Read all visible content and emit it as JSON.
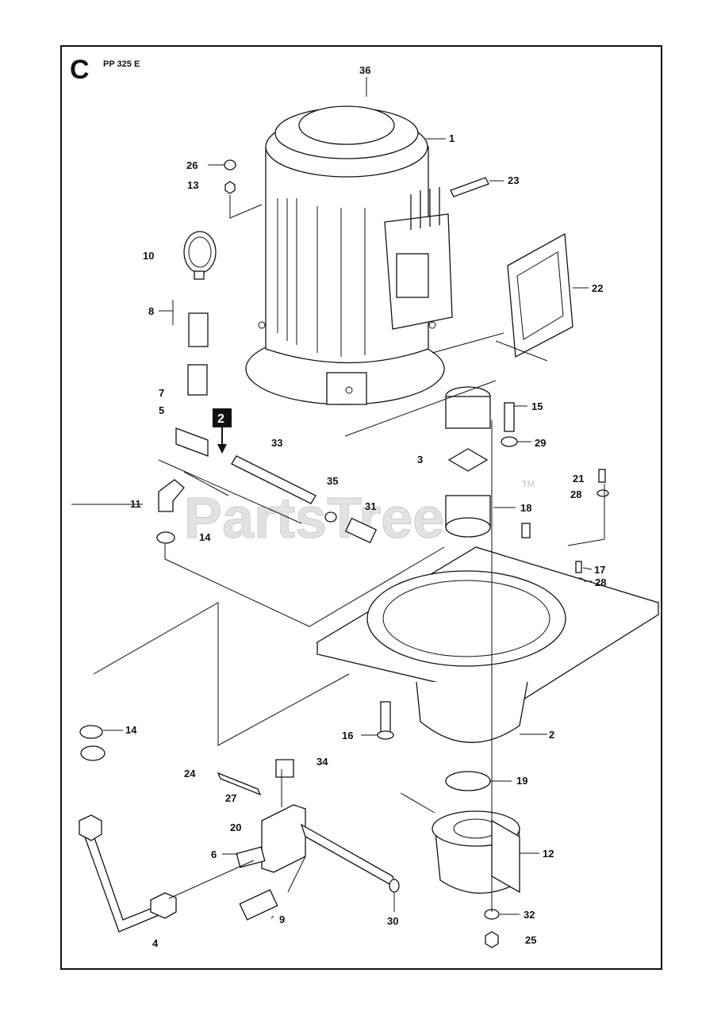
{
  "header": {
    "section_letter": "C",
    "model": "PP 325 E"
  },
  "watermark": {
    "text": "PartsTree",
    "trademark": "TM"
  },
  "reference_marker": "2",
  "callouts": {
    "p1": "1",
    "p2": "2",
    "p3": "3",
    "p4": "4",
    "p5": "5",
    "p6": "6",
    "p7": "7",
    "p8": "8",
    "p9": "9",
    "p10": "10",
    "p11": "11",
    "p12": "12",
    "p13": "13",
    "p14a": "14",
    "p14b": "14",
    "p15": "15",
    "p16": "16",
    "p17": "17",
    "p18": "18",
    "p19": "19",
    "p20": "20",
    "p21": "21",
    "p22": "22",
    "p23": "23",
    "p24": "24",
    "p25": "25",
    "p26": "26",
    "p27": "27",
    "p28a": "28",
    "p28b": "28",
    "p29": "29",
    "p30": "30",
    "p31": "31",
    "p32": "32",
    "p33": "33",
    "p34": "34",
    "p35": "35",
    "p36": "36"
  }
}
